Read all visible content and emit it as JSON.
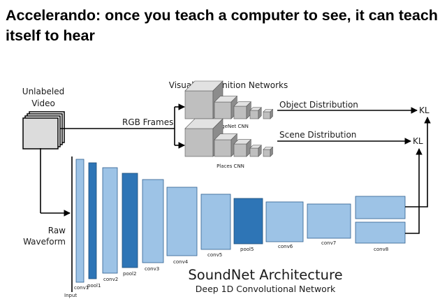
{
  "title": "Accelerando: once you teach a computer to see, it can teach itself to hear",
  "diagram": {
    "video_label": [
      "Unlabeled",
      "Video"
    ],
    "rgb_frames": "RGB Frames",
    "networks_title": "Visual Recognition Networks",
    "imagenet_cnn": "ImageNet CNN",
    "places_cnn": "Places CNN",
    "object_distribution": "Object Distribution",
    "scene_distribution": "Scene Distribution",
    "kl_top": "KL",
    "kl_bottom": "KL",
    "raw_waveform": [
      "Raw",
      "Waveform"
    ],
    "architecture_title": "SoundNet Architecture",
    "architecture_subtitle": "Deep 1D Convolutional Network",
    "layers": {
      "input": "Input",
      "conv1": "conv1",
      "pool1": "pool1",
      "conv2": "conv2",
      "pool2": "pool2",
      "conv3": "conv3",
      "conv4": "conv4",
      "conv5": "conv5",
      "pool5": "pool5",
      "conv6": "conv6",
      "conv7": "conv7",
      "conv8": "conv8"
    }
  },
  "colors": {
    "layer_light": "#9dc3e6",
    "layer_dark": "#2e75b6",
    "layer_stroke": "#2f5f8f",
    "cube_front": "#bfbfbf",
    "cube_top": "#e2e2e2",
    "cube_side": "#8c8c8c",
    "line": "#000000"
  }
}
